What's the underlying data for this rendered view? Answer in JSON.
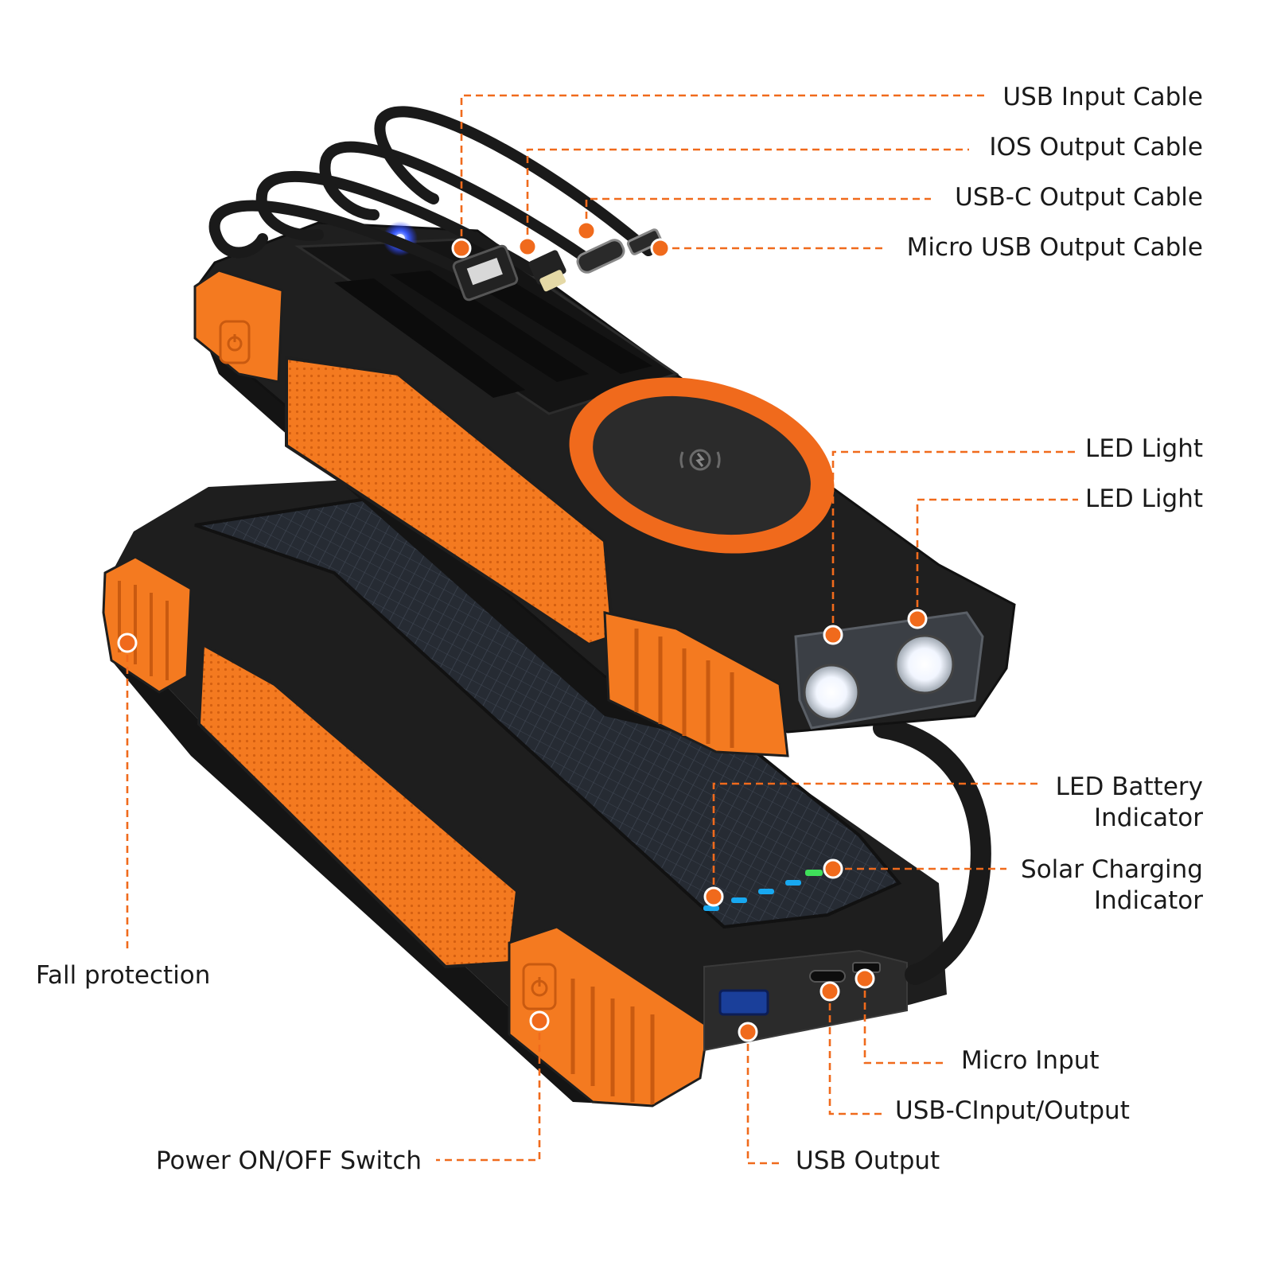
{
  "colors": {
    "accent": "#f06a1c",
    "body_dark": "#1e1e1e",
    "body_mid": "#2f2f2f",
    "rubber": "#f47a20",
    "solar": "#262b33",
    "led_blue": "#18a8f0",
    "led_green": "#3fe05a",
    "text": "#1a1a1a"
  },
  "icons": {
    "wireless": "wireless-charging-icon",
    "power": "power-icon"
  },
  "labels": {
    "usb_input_cable": "USB Input Cable",
    "ios_output_cable": "IOS Output Cable",
    "usbc_output_cable": "USB-C Output Cable",
    "micro_usb_output_cable": "Micro USB Output Cable",
    "led_light_1": "LED Light",
    "led_light_2": "LED Light",
    "led_battery_indicator_1": "LED Battery",
    "led_battery_indicator_2": "Indicator",
    "solar_charging_indicator_1": "Solar Charging",
    "solar_charging_indicator_2": "Indicator",
    "fall_protection": "Fall protection",
    "micro_input": "Micro Input",
    "usbc_input_output": "USB-CInput/Output",
    "usb_output": "USB Output",
    "power_switch": "Power ON/OFF Switch"
  }
}
